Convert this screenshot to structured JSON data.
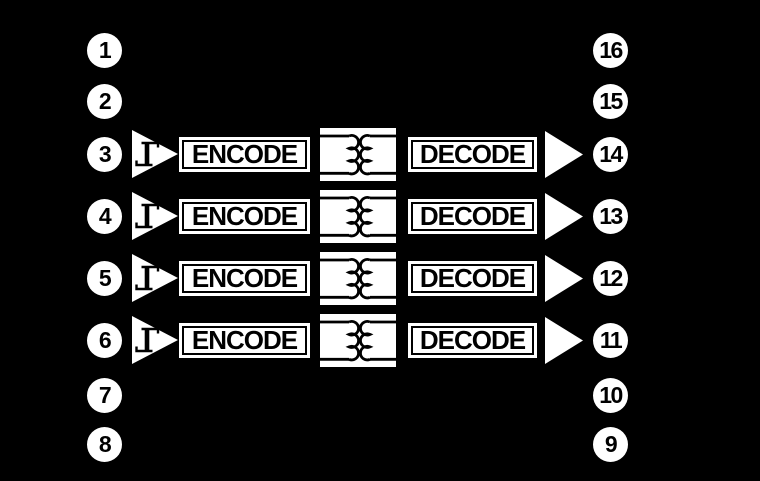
{
  "diagram": {
    "colors": {
      "background": "#000000",
      "shapes": "#ffffff",
      "ink": "#000000"
    },
    "left_pins": [
      "1",
      "2",
      "3",
      "4",
      "5",
      "6",
      "7",
      "8"
    ],
    "right_pins": [
      "16",
      "15",
      "14",
      "13",
      "12",
      "11",
      "10",
      "9"
    ],
    "channels": [
      {
        "input_pin": "3",
        "encode_label": "ENCODE",
        "decode_label": "DECODE",
        "output_pin": "14"
      },
      {
        "input_pin": "4",
        "encode_label": "ENCODE",
        "decode_label": "DECODE",
        "output_pin": "13"
      },
      {
        "input_pin": "5",
        "encode_label": "ENCODE",
        "decode_label": "DECODE",
        "output_pin": "12"
      },
      {
        "input_pin": "6",
        "encode_label": "ENCODE",
        "decode_label": "DECODE",
        "output_pin": "11"
      }
    ],
    "icons": {
      "input_buffer": "schmitt-trigger-buffer-icon",
      "isolation": "transformer-icon",
      "output_buffer": "buffer-triangle-icon"
    }
  }
}
